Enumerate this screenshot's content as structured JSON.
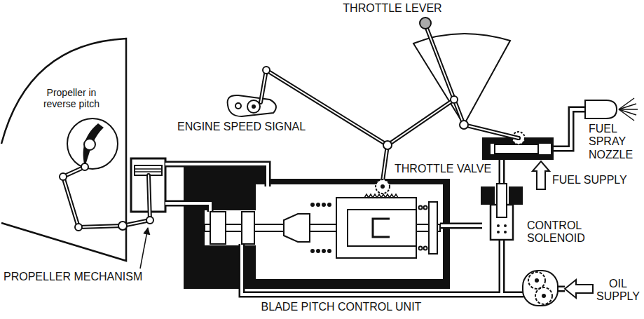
{
  "diagram": {
    "labels": [
      "THROTTLE LEVER",
      "Propeller in reverse pitch",
      "ENGINE SPEED SIGNAL",
      "FUEL SPRAY NOZZLE",
      "THROTTLE VALVE",
      "FUEL SUPPLY",
      "CONTROL SOLENOID",
      "PROPELLER MECHANISM",
      "OIL SUPPLY",
      "BLADE PITCH CONTROL UNIT"
    ]
  }
}
